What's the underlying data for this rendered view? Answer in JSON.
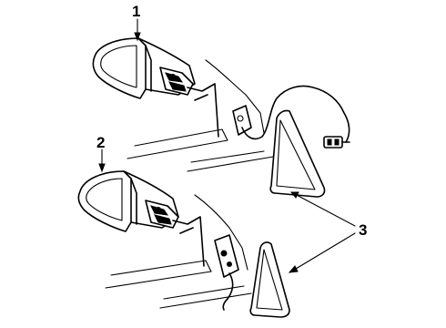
{
  "callouts": {
    "part_1": "1",
    "part_2": "2",
    "part_3": "3"
  },
  "colors": {
    "line": "#000000",
    "background": "#ffffff"
  },
  "icons": {
    "arrowhead": "arrowhead-icon"
  }
}
